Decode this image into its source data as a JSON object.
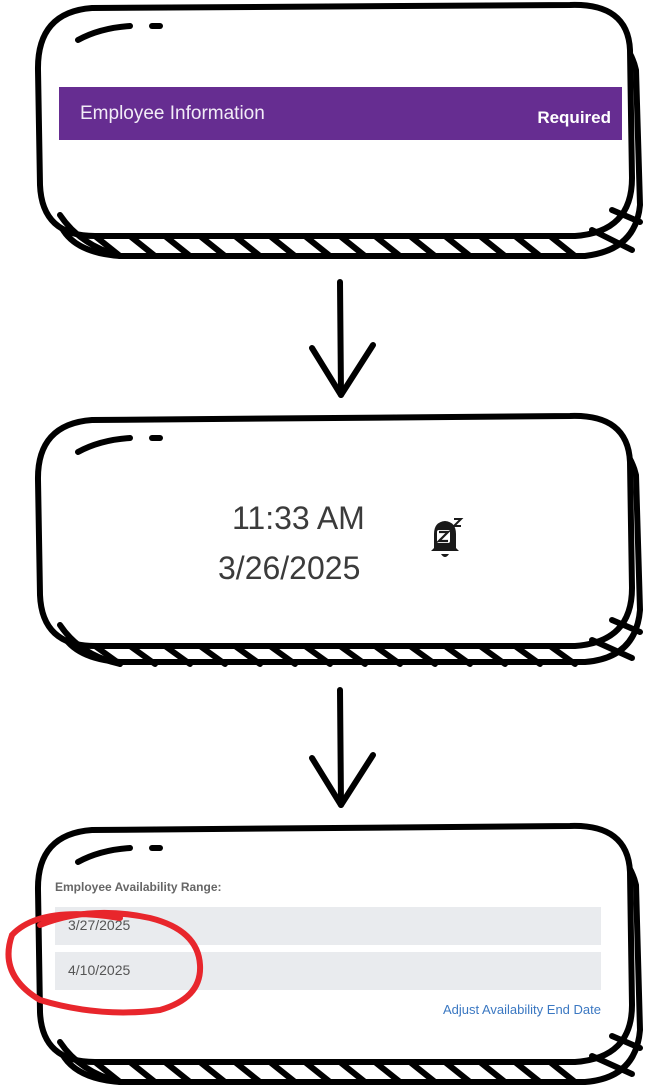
{
  "panel1": {
    "header_title": "Employee Information",
    "required_label": "Required",
    "header_color": "#662d91"
  },
  "panel2": {
    "time": "11:33 AM",
    "date": "3/26/2025",
    "icon": "snooze-bell-icon"
  },
  "panel3": {
    "range_label": "Employee Availability Range:",
    "start_date": "3/27/2025",
    "end_date": "4/10/2025",
    "adjust_link": "Adjust Availability End Date",
    "highlight_color": "#e8262c"
  }
}
